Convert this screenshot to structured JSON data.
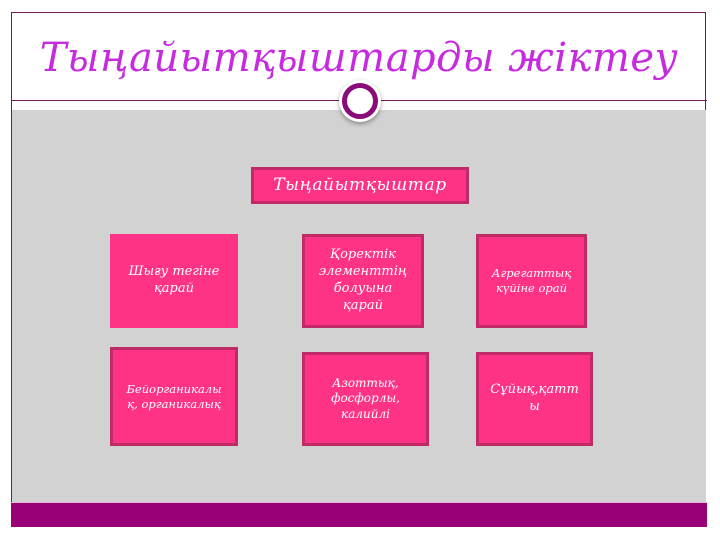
{
  "slide": {
    "title": "Тыңайытқыштарды жіктеу",
    "colors": {
      "title": "#c62be0",
      "frame": "#6b1a5c",
      "content_bg": "#d2d2d2",
      "bottom_bar": "#990077",
      "box_fill": "#ff3385",
      "box_border": "#c02a66",
      "box_text": "#ffffff",
      "ornament_ring": "#8a0b7a"
    },
    "ornament_icon": "circle-ring-icon"
  },
  "diagram": {
    "root": {
      "label": "Тыңайытқыштар"
    },
    "criteria": [
      {
        "label": "Шығу тегіне\nқарай"
      },
      {
        "label": "Қоректік\nэлементтің\nболуына\nқарай"
      },
      {
        "label": "Агрегаттық\nкүйіне орай"
      }
    ],
    "types": [
      {
        "label": "Бейорганикалы\nқ, органикалық"
      },
      {
        "label": "Азоттық,\nфосфорлы,\nкалийлі"
      },
      {
        "label": "Сұйық,қатт\nы"
      }
    ]
  }
}
